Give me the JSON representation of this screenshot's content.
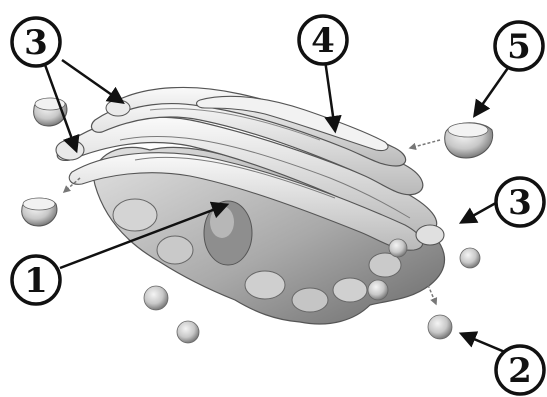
{
  "diagram": {
    "subject": "golgi-apparatus",
    "callouts": [
      {
        "id": "c1",
        "text": "1",
        "target": "cisterna-lumen"
      },
      {
        "id": "c2",
        "text": "2",
        "target": "secretory-vesicle"
      },
      {
        "id": "c3a",
        "text": "3",
        "target": "cis-face-cisternae"
      },
      {
        "id": "c3b",
        "text": "3",
        "target": "trans-face-cisterna"
      },
      {
        "id": "c4",
        "text": "4",
        "target": "cisterna-stack-top"
      },
      {
        "id": "c5",
        "text": "5",
        "target": "transport-vesicle"
      }
    ],
    "colors": {
      "ink": "#111111",
      "membrane_light": "#eeeeee",
      "membrane_mid": "#bdbdbd",
      "membrane_dark": "#6e6e6e"
    }
  }
}
